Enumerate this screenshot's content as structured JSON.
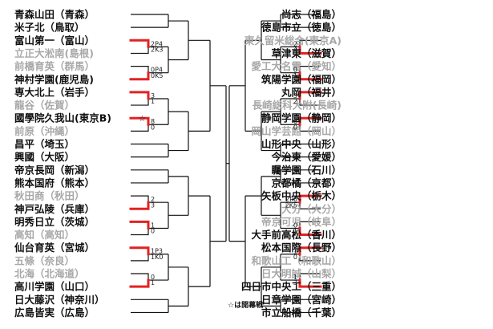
{
  "left": {
    "teams": [
      {
        "name": "青森山田（青森）",
        "won": true
      },
      {
        "name": "米子北（鳥取）",
        "won": true
      },
      {
        "name": "富山第一（富山）",
        "won": true
      },
      {
        "name": "立正大淞南(島根)",
        "won": false
      },
      {
        "name": "前橋育英（群馬）",
        "won": false
      },
      {
        "name": "神村学園(鹿児島)",
        "won": true
      },
      {
        "name": "専大北上（岩手）",
        "won": true
      },
      {
        "name": "龍谷（佐賀）",
        "won": false
      },
      {
        "name": "國學院久我山(東京B)",
        "won": true
      },
      {
        "name": "前原（沖縄）",
        "won": false
      },
      {
        "name": "昌平（埼玉）",
        "won": true
      },
      {
        "name": "興國（大阪）",
        "won": true
      },
      {
        "name": "帝京長岡（新潟）",
        "won": true
      },
      {
        "name": "熊本国府（熊本）",
        "won": true
      },
      {
        "name": "秋田商（秋田）",
        "won": false
      },
      {
        "name": "神戸弘陵（兵庫）",
        "won": true
      },
      {
        "name": "明秀日立（茨城）",
        "won": true
      },
      {
        "name": "高知（高知）",
        "won": false
      },
      {
        "name": "仙台育英（宮城）",
        "won": true
      },
      {
        "name": "五條（奈良）",
        "won": false
      },
      {
        "name": "北海（北海道）",
        "won": false
      },
      {
        "name": "高川学園（山口）",
        "won": true
      },
      {
        "name": "日大藤沢（神奈川）",
        "won": true
      },
      {
        "name": "広島皆実（広島）",
        "won": true
      }
    ],
    "matches": [
      {
        "a": 2,
        "b": 3,
        "sa": "2P4",
        "sb": "2K3"
      },
      {
        "a": 4,
        "b": 5,
        "sa": "0P4",
        "sb": "0K5"
      },
      {
        "a": 6,
        "b": 7,
        "sa": "3",
        "sb": "1"
      },
      {
        "a": 8,
        "b": 9,
        "sa": "8",
        "sb": "0"
      },
      {
        "a": 14,
        "b": 15,
        "sa": "2",
        "sb": "3"
      },
      {
        "a": 16,
        "b": 17,
        "sa": "1",
        "sb": "0"
      },
      {
        "a": 18,
        "b": 19,
        "sa": "1P3",
        "sb": "1K0"
      },
      {
        "a": 20,
        "b": 21,
        "sa": "0",
        "sb": "1"
      }
    ]
  },
  "right": {
    "teams": [
      {
        "name": "尚志（福島）",
        "won": true
      },
      {
        "name": "徳島市立（徳島）",
        "won": true
      },
      {
        "name": "東久留米総合(東京A)",
        "won": false
      },
      {
        "name": "草津東（滋賀）",
        "won": true
      },
      {
        "name": "愛工大名電（愛知）",
        "won": false
      },
      {
        "name": "筑陽学園（福岡）",
        "won": true
      },
      {
        "name": "丸岡（福井）",
        "won": true
      },
      {
        "name": "長崎総科大附(長崎)",
        "won": false
      },
      {
        "name": "静岡学園（静岡）",
        "won": true
      },
      {
        "name": "岡山学芸館（岡山）",
        "won": false
      },
      {
        "name": "山形中央（山形）",
        "won": true
      },
      {
        "name": "今治東（愛媛）",
        "won": true
      },
      {
        "name": "矚学園（石川）",
        "won": true
      },
      {
        "name": "京都橘（京都）",
        "won": true
      },
      {
        "name": "矢板中央（栃木）",
        "won": true
      },
      {
        "name": "大分（大分）",
        "won": false
      },
      {
        "name": "帝京可児（岐阜）",
        "won": false
      },
      {
        "name": "大手前高松（香川）",
        "won": true
      },
      {
        "name": "松本国際（長野）",
        "won": true
      },
      {
        "name": "和歌山工（和歌山）",
        "won": false
      },
      {
        "name": "日大明誠（山梨）",
        "won": false
      },
      {
        "name": "四日市中央工（三重）",
        "won": true
      },
      {
        "name": "日章学園（宮崎）",
        "won": true
      },
      {
        "name": "市立船橋（千葉）",
        "won": true
      }
    ],
    "matches": [
      {
        "a": 2,
        "b": 3,
        "sa": "2",
        "sb": "4"
      },
      {
        "a": 4,
        "b": 5,
        "sa": "0",
        "sb": "1"
      },
      {
        "a": 6,
        "b": 7,
        "sa": "3",
        "sb": "2"
      },
      {
        "a": 8,
        "b": 9,
        "sa": "6",
        "sb": "0"
      },
      {
        "a": 14,
        "b": 15,
        "sa": "2P6",
        "sb": "2K5"
      },
      {
        "a": 16,
        "b": 17,
        "sa": "0",
        "sb": "1"
      },
      {
        "a": 18,
        "b": 19,
        "sa": "1",
        "sb": "0"
      },
      {
        "a": 20,
        "b": 21,
        "sa": "1",
        "sb": "3"
      }
    ]
  },
  "opening_match_index": 8,
  "note": "☆は開幕戦",
  "star": "☆"
}
